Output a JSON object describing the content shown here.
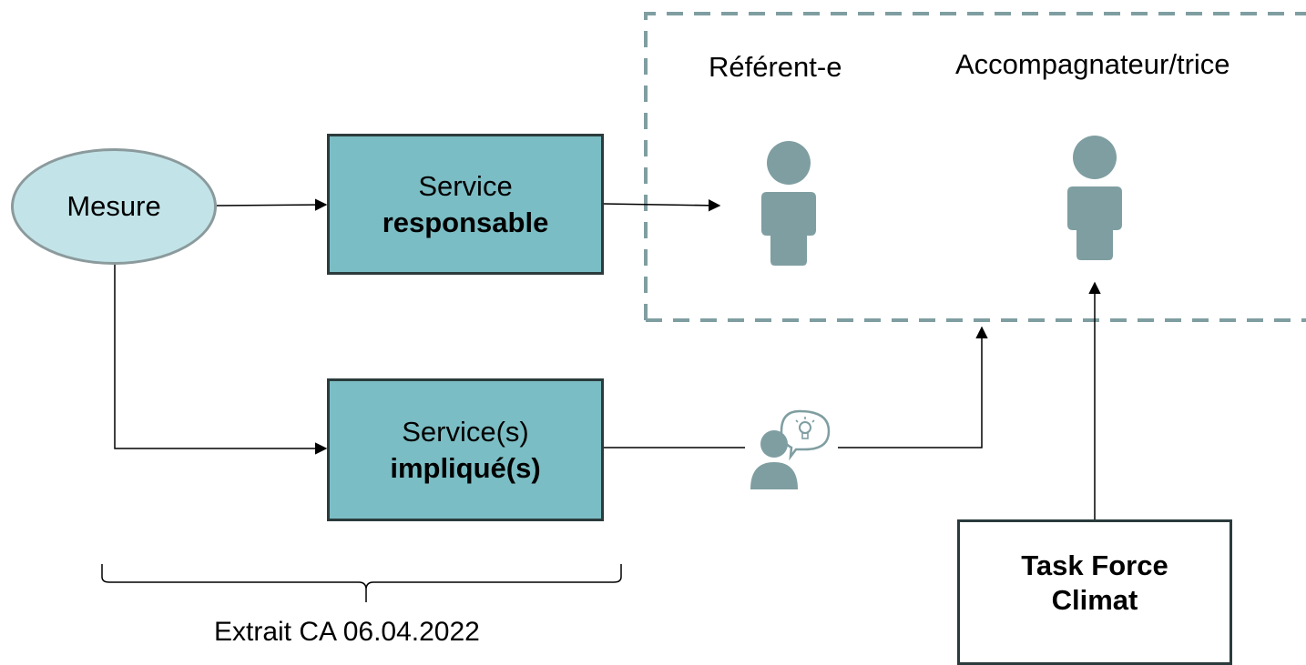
{
  "nodes": {
    "mesure": "Mesure",
    "service_responsable": {
      "line1": "Service",
      "line2": "responsable"
    },
    "service_implique": {
      "line1": "Service(s)",
      "line2": "impliqué(s)"
    },
    "task_force": {
      "line1": "Task Force",
      "line2": "Climat"
    }
  },
  "roles": {
    "referent": "Référent-e",
    "accompagnateur": "Accompagnateur/trice"
  },
  "brace_caption": "Extrait CA 06.04.2022",
  "colors": {
    "service_fill": "#7bbdc4",
    "ellipse_fill": "#c2e4e8",
    "person_icon": "#7f9ea1",
    "dashed_border": "#7f9ea1"
  }
}
